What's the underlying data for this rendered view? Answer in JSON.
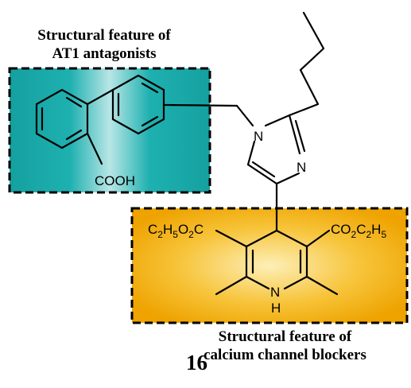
{
  "captions": {
    "at1_line1": "Structural feature of",
    "at1_line2": "AT1 antagonists",
    "ccb_line1": "Structural feature of",
    "ccb_line2": "calcium channel blockers",
    "compound_number": "16"
  },
  "atoms": {
    "cooh": "COOH",
    "n1": "N",
    "n3": "N",
    "nh_n": "N",
    "nh_h": "H",
    "left_ester": {
      "a": "C",
      "b": "2",
      "c": "H",
      "d": "5",
      "e": "O",
      "f": "2",
      "g": "C"
    },
    "right_ester": {
      "a": "CO",
      "b": "2",
      "c": "C",
      "d": "2",
      "e": "H",
      "f": "5"
    }
  },
  "colors": {
    "teal_center": "#b8e6e6",
    "teal_edge": "#1aa3a3",
    "orange_center": "#fde9a8",
    "orange_edge": "#f0a800",
    "dash_border": "#000000"
  }
}
